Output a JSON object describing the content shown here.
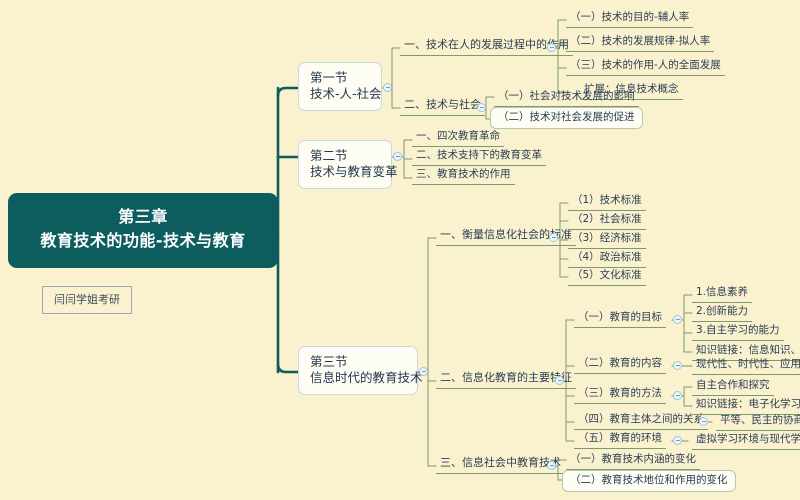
{
  "app": {
    "background_color": "#faf2cf",
    "root_color": "#0d5c5e",
    "branch_color": "#0d5c5e",
    "line_color": "#7d9a6e"
  },
  "root": {
    "line1": "第三章",
    "line2": "教育技术的功能-技术与教育"
  },
  "author_box": {
    "label": "闫闫学姐考研"
  },
  "sections": {
    "s1": {
      "line1": "第一节",
      "line2": "技术-人-社会"
    },
    "s2": {
      "line1": "第二节",
      "line2": "技术与教育变革"
    },
    "s3": {
      "line1": "第三节",
      "line2": "信息时代的教育技术"
    }
  },
  "s1_children": {
    "c1": "一、技术在人的发展过程中的作用",
    "c2": "二、技术与社会"
  },
  "s1_c1_items": [
    "（一）技术的目的-辅人率",
    "（二）技术的发展规律-拟人率",
    "（三）技术的作用-人的全面发展",
    "扩展：信息技术概念"
  ],
  "s1_c2_items": [
    "（一）社会对技术发展的影响",
    "（二）技术对社会发展的促进"
  ],
  "s2_children": [
    "一、四次教育革命",
    "二、技术支持下的教育变革",
    "三、教育技术的作用"
  ],
  "s3_children": {
    "c1": "一、衡量信息化社会的标准",
    "c2": "二、信息化教育的主要特征",
    "c3": "三、信息社会中教育技术"
  },
  "s3_c1_items": [
    "（1）技术标准",
    "（2）社会标准",
    "（3）经济标准",
    "（4）政治标准",
    "（5）文化标准"
  ],
  "s3_c2_items": [
    "（一）教育的目标",
    "（二）教育的内容",
    "（三）教育的方法",
    "（四）教育主体之间的关系",
    "（五）教育的环境"
  ],
  "s3_c2_goal_items": [
    "1.信息素养",
    "2.创新能力",
    "3.自主学习的能力",
    "知识链接：信息知识、信息意识、信"
  ],
  "s3_c2_content_items": [
    "现代性、时代性、应用性"
  ],
  "s3_c2_method_items": [
    "自主合作和探究",
    "知识链接：电子化学习"
  ],
  "s3_c2_relation_items": [
    "平等、民主的协商、合作"
  ],
  "s3_c2_env_items": [
    "虚拟学习环境与现代学习环境的互补"
  ],
  "s3_c3_items": [
    "（一）教育技术内涵的变化",
    "（二）教育技术地位和作用的变化"
  ]
}
